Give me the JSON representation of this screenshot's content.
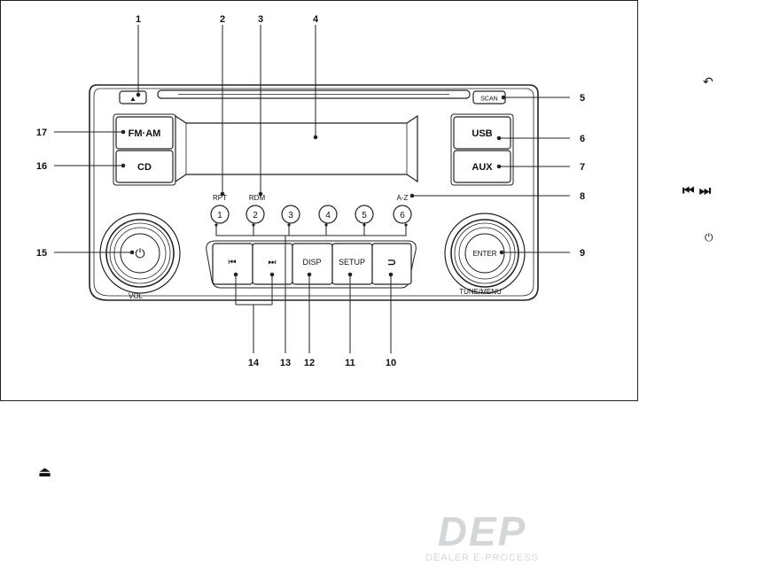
{
  "callouts": [
    "1",
    "2",
    "3",
    "4",
    "5",
    "6",
    "7",
    "8",
    "9",
    "10",
    "11",
    "12",
    "13",
    "14",
    "15",
    "16",
    "17"
  ],
  "buttons": {
    "eject": "▲",
    "scan": "SCAN",
    "fm_am": "FM·AM",
    "cd": "CD",
    "usb": "USB",
    "aux": "AUX",
    "presets": [
      "1",
      "2",
      "3",
      "4",
      "5",
      "6"
    ],
    "rpt": "RPT",
    "rdm": "RDM",
    "a_z": "A-Z",
    "seek_back": "⏮",
    "seek_fwd": "⏭",
    "disp": "DISP",
    "setup": "SETUP",
    "back": "⊃",
    "enter": "ENTER",
    "power": "⏻"
  },
  "knob_labels": {
    "vol": "VOL",
    "tune_menu": "TUNE/MENU"
  },
  "side_legend": {
    "back_symbol": "↶",
    "skip_symbols": "⏮ ⏭",
    "power_symbol": "⏻"
  },
  "footer": {
    "eject_symbol": "⏏"
  },
  "watermark": {
    "logo": "DEP",
    "caption": "DEALER E-PROCESS"
  },
  "colors": {
    "line": "#222222",
    "watermark": "#d4d7da"
  }
}
